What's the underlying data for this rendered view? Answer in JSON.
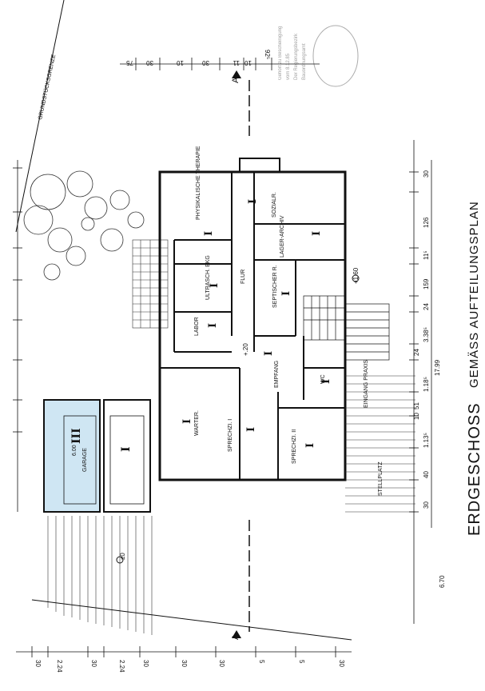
{
  "title": "ERDGESCHOSS",
  "subtitle": "GEMÄSS AUFTEILUNGSPLAN",
  "labels": {
    "property_line": "GRUNDSTÜCKSGRENZE",
    "section_top": "A",
    "section_bottom": "A",
    "entrance": "EINGANG PRAXIS",
    "parking": "STELLPLATZ",
    "level_1": "+1.60",
    "level_2": "+.20",
    "level_3": "±0",
    "garage_width": "6.00",
    "overall_width": "6.70",
    "total_dim": "17.99"
  },
  "rooms": [
    {
      "name": "PHYSIKALISCHE THERAPIE",
      "unit": "I"
    },
    {
      "name": "SOZIALR.",
      "unit": "I"
    },
    {
      "name": "LAGER-ARCHIV",
      "unit": "I"
    },
    {
      "name": "ULTRASCH. EKG",
      "unit": "I"
    },
    {
      "name": "FLUR",
      "unit": ""
    },
    {
      "name": "SEPTISCHER R.",
      "unit": "I"
    },
    {
      "name": "LABOR",
      "unit": "I"
    },
    {
      "name": "EMPFANG",
      "unit": "I"
    },
    {
      "name": "WC",
      "unit": "I"
    },
    {
      "name": "WARTER.",
      "unit": "I"
    },
    {
      "name": "SPRECHZI. I",
      "unit": "I"
    },
    {
      "name": "SPRECHZI. II",
      "unit": "I"
    },
    {
      "name": "GARAGE",
      "unit": "III"
    },
    {
      "name": "",
      "unit": "I"
    }
  ],
  "dims_bottom": [
    "30",
    "126",
    "11⁵",
    "159",
    "24",
    "3.38⁵",
    "24",
    "1.18⁵",
    "51",
    "10",
    "1.13⁵",
    "40",
    "30"
  ],
  "dims_top": [
    "92⁵",
    "10",
    "11",
    "30",
    "10",
    "30",
    "75"
  ],
  "dims_left": [
    "30",
    "2.24",
    "30",
    "2.24",
    "30",
    "30",
    "30",
    "5",
    "5",
    "30"
  ],
  "stamp": [
    "Gehört zu Bescheinigung",
    "vom 8.12.85",
    "Der Regierungsbezirk",
    "Bauordnungsamt"
  ]
}
